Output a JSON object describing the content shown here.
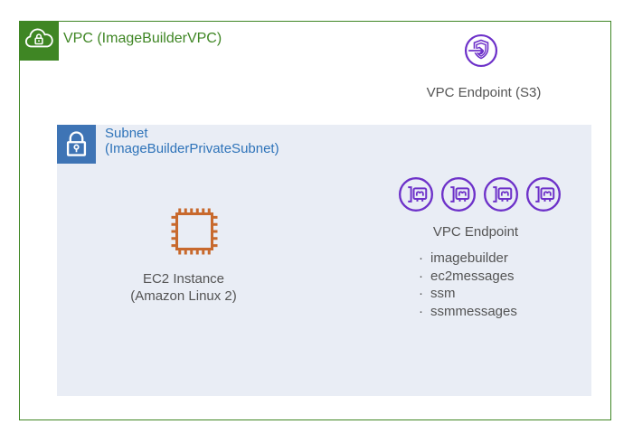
{
  "diagram": {
    "vpc": {
      "label": "VPC (ImageBuilderVPC)",
      "icon": "vpc-cloud-lock-icon",
      "border_color": "#3F8624"
    },
    "s3_endpoint": {
      "label": "VPC Endpoint (S3)",
      "icon": "gateway-endpoint-shield-arrow-icon",
      "color": "#6D31C9"
    },
    "subnet": {
      "label_line1": "Subnet",
      "label_line2": "(ImageBuilderPrivateSubnet)",
      "icon": "private-subnet-lock-icon",
      "icon_color": "#3E74B5",
      "text_color": "#2E73B9",
      "background_color": "#E9EDF5"
    },
    "ec2_instance": {
      "label_line1": "EC2 Instance",
      "label_line2": "(Amazon Linux 2)",
      "icon": "ec2-chip-icon",
      "icon_color": "#C8692D"
    },
    "vpc_endpoints": {
      "label": "VPC Endpoint",
      "icon": "interface-endpoint-icon",
      "icon_count": 4,
      "bullet": "·",
      "services": [
        "imagebuilder",
        "ec2messages",
        "ssm",
        "ssmmessages"
      ],
      "color": "#6D31C9"
    },
    "text_color": "#545454"
  }
}
